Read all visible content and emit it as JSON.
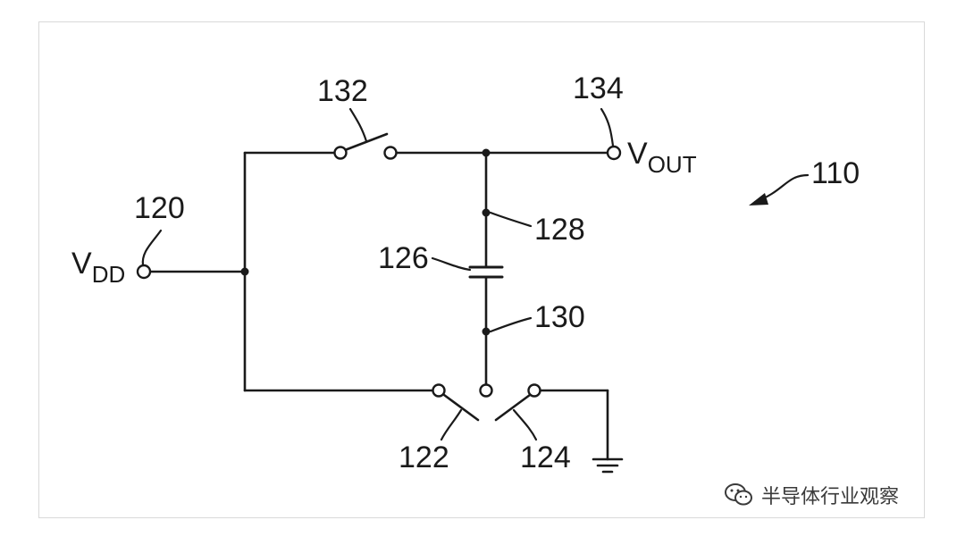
{
  "labels": {
    "n110": "110",
    "n120": "120",
    "n122": "122",
    "n124": "124",
    "n126": "126",
    "n128": "128",
    "n130": "130",
    "n132": "132",
    "n134": "134"
  },
  "terminals": {
    "vdd": {
      "base": "V",
      "subscript": "DD"
    },
    "vout": {
      "base": "V",
      "subscript": "OUT"
    }
  },
  "watermark": {
    "icon": "wechat-icon",
    "text": "半导体行业观察"
  },
  "colors": {
    "ink": "#1a1a1a",
    "frame": "#d9d9d9",
    "background": "#ffffff"
  }
}
